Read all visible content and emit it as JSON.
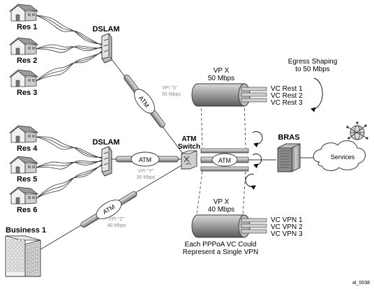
{
  "residences": [
    "Res 1",
    "Res 2",
    "Res 3",
    "Res 4",
    "Res 5",
    "Res 6"
  ],
  "business": "Business 1",
  "dslam_top": "DSLAM",
  "dslam_bottom": "DSLAM",
  "atm_label": "ATM",
  "vpi_x": {
    "name": "VPI \"X\"",
    "rate": "50 Mbps"
  },
  "vpi_y": {
    "name": "VPI \"Y\"",
    "rate": "30 Mbps"
  },
  "vpi_z": {
    "name": "VPI \"Z\"",
    "rate": "40 Mbps"
  },
  "atm_switch": {
    "line1": "ATM",
    "line2": "Switch"
  },
  "vp_top": {
    "name": "VP X",
    "rate": "50 Mbps"
  },
  "vp_bottom": {
    "name": "VP X",
    "rate": "40 Mbps"
  },
  "vc_rest": [
    "VC Rest 1",
    "VC Rest 2",
    "VC Rest 3"
  ],
  "vc_vpn": [
    "VC VPN 1",
    "VC VPN 2",
    "VC VPN 3"
  ],
  "egress": {
    "line1": "Egress Shaping",
    "line2": "to 50 Mbps"
  },
  "bras": "BRAS",
  "services": "Services",
  "pppoa_note": {
    "line1": "Each PPPoA VC Could",
    "line2": "Represent a Single VPN"
  },
  "figure_id": "al_0038"
}
